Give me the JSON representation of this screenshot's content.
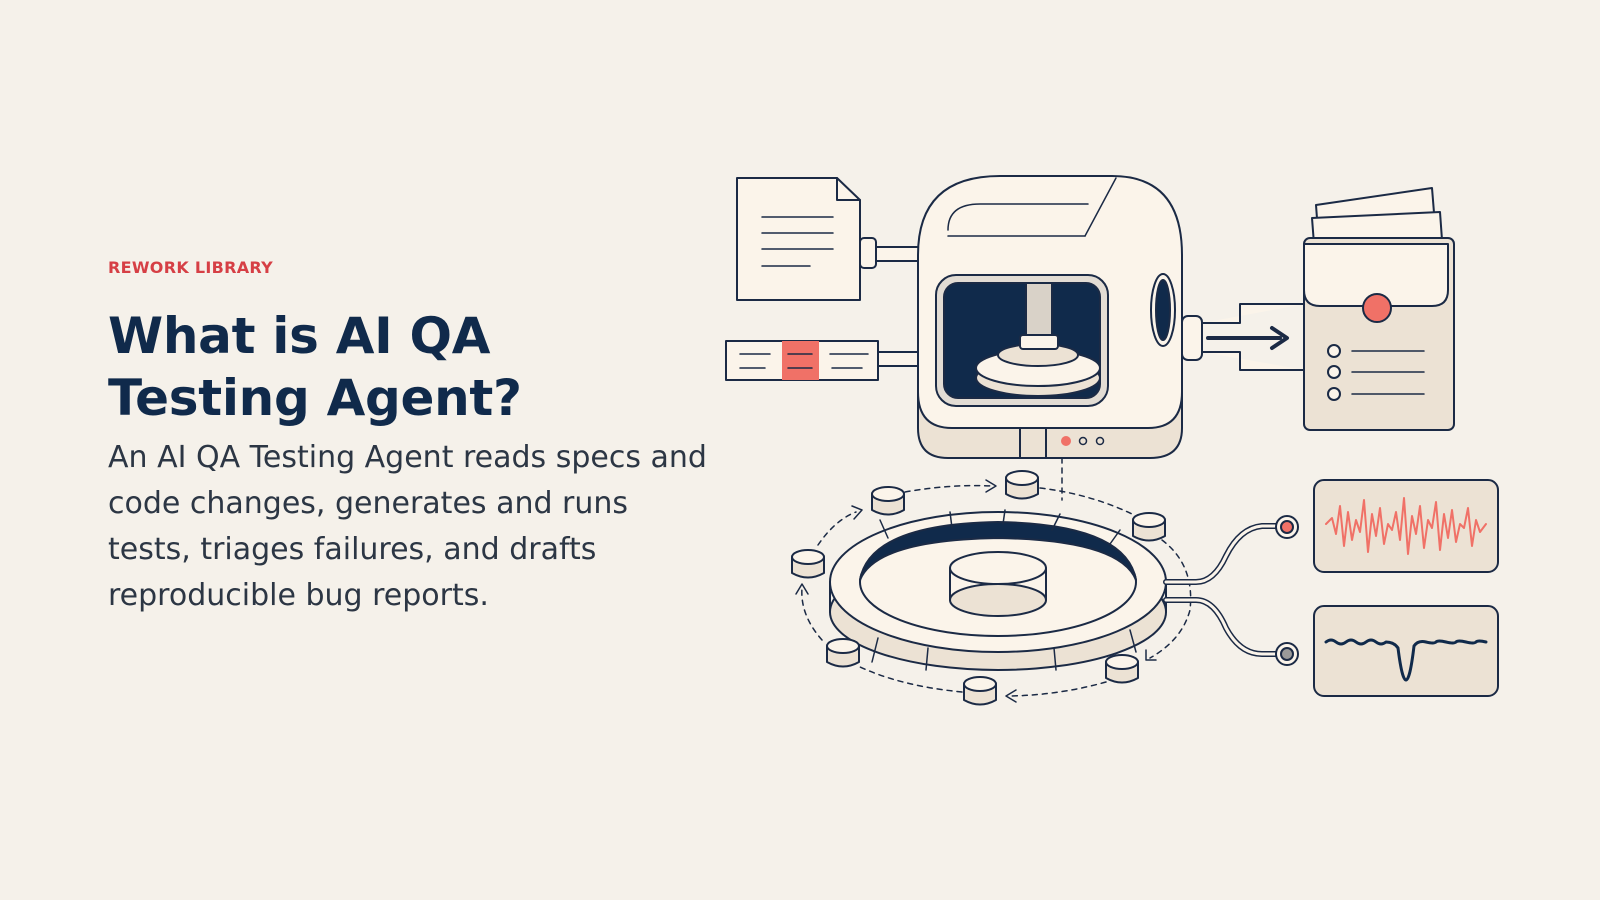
{
  "hero": {
    "eyebrow": "REWORK LIBRARY",
    "title": "What is AI QA Testing Agent?",
    "description": "An AI QA Testing Agent reads specs and code changes, generates and runs tests, triages failures, and drafts reproducible bug reports."
  },
  "colors": {
    "background": "#f5f1ea",
    "accent": "#d63f45",
    "title": "#102a4b",
    "body_text": "#2c3644",
    "ink": "#1b2a45",
    "coral": "#f07167",
    "panel": "#fbf4ea",
    "panel_shade": "#ece2d4"
  },
  "illustration": {
    "icons": [
      "spec-document-icon",
      "code-diff-strip-icon",
      "test-machine-icon",
      "bug-report-folder-icon",
      "test-loop-ring-icon",
      "error-waveform-icon",
      "signal-waveform-icon"
    ]
  }
}
